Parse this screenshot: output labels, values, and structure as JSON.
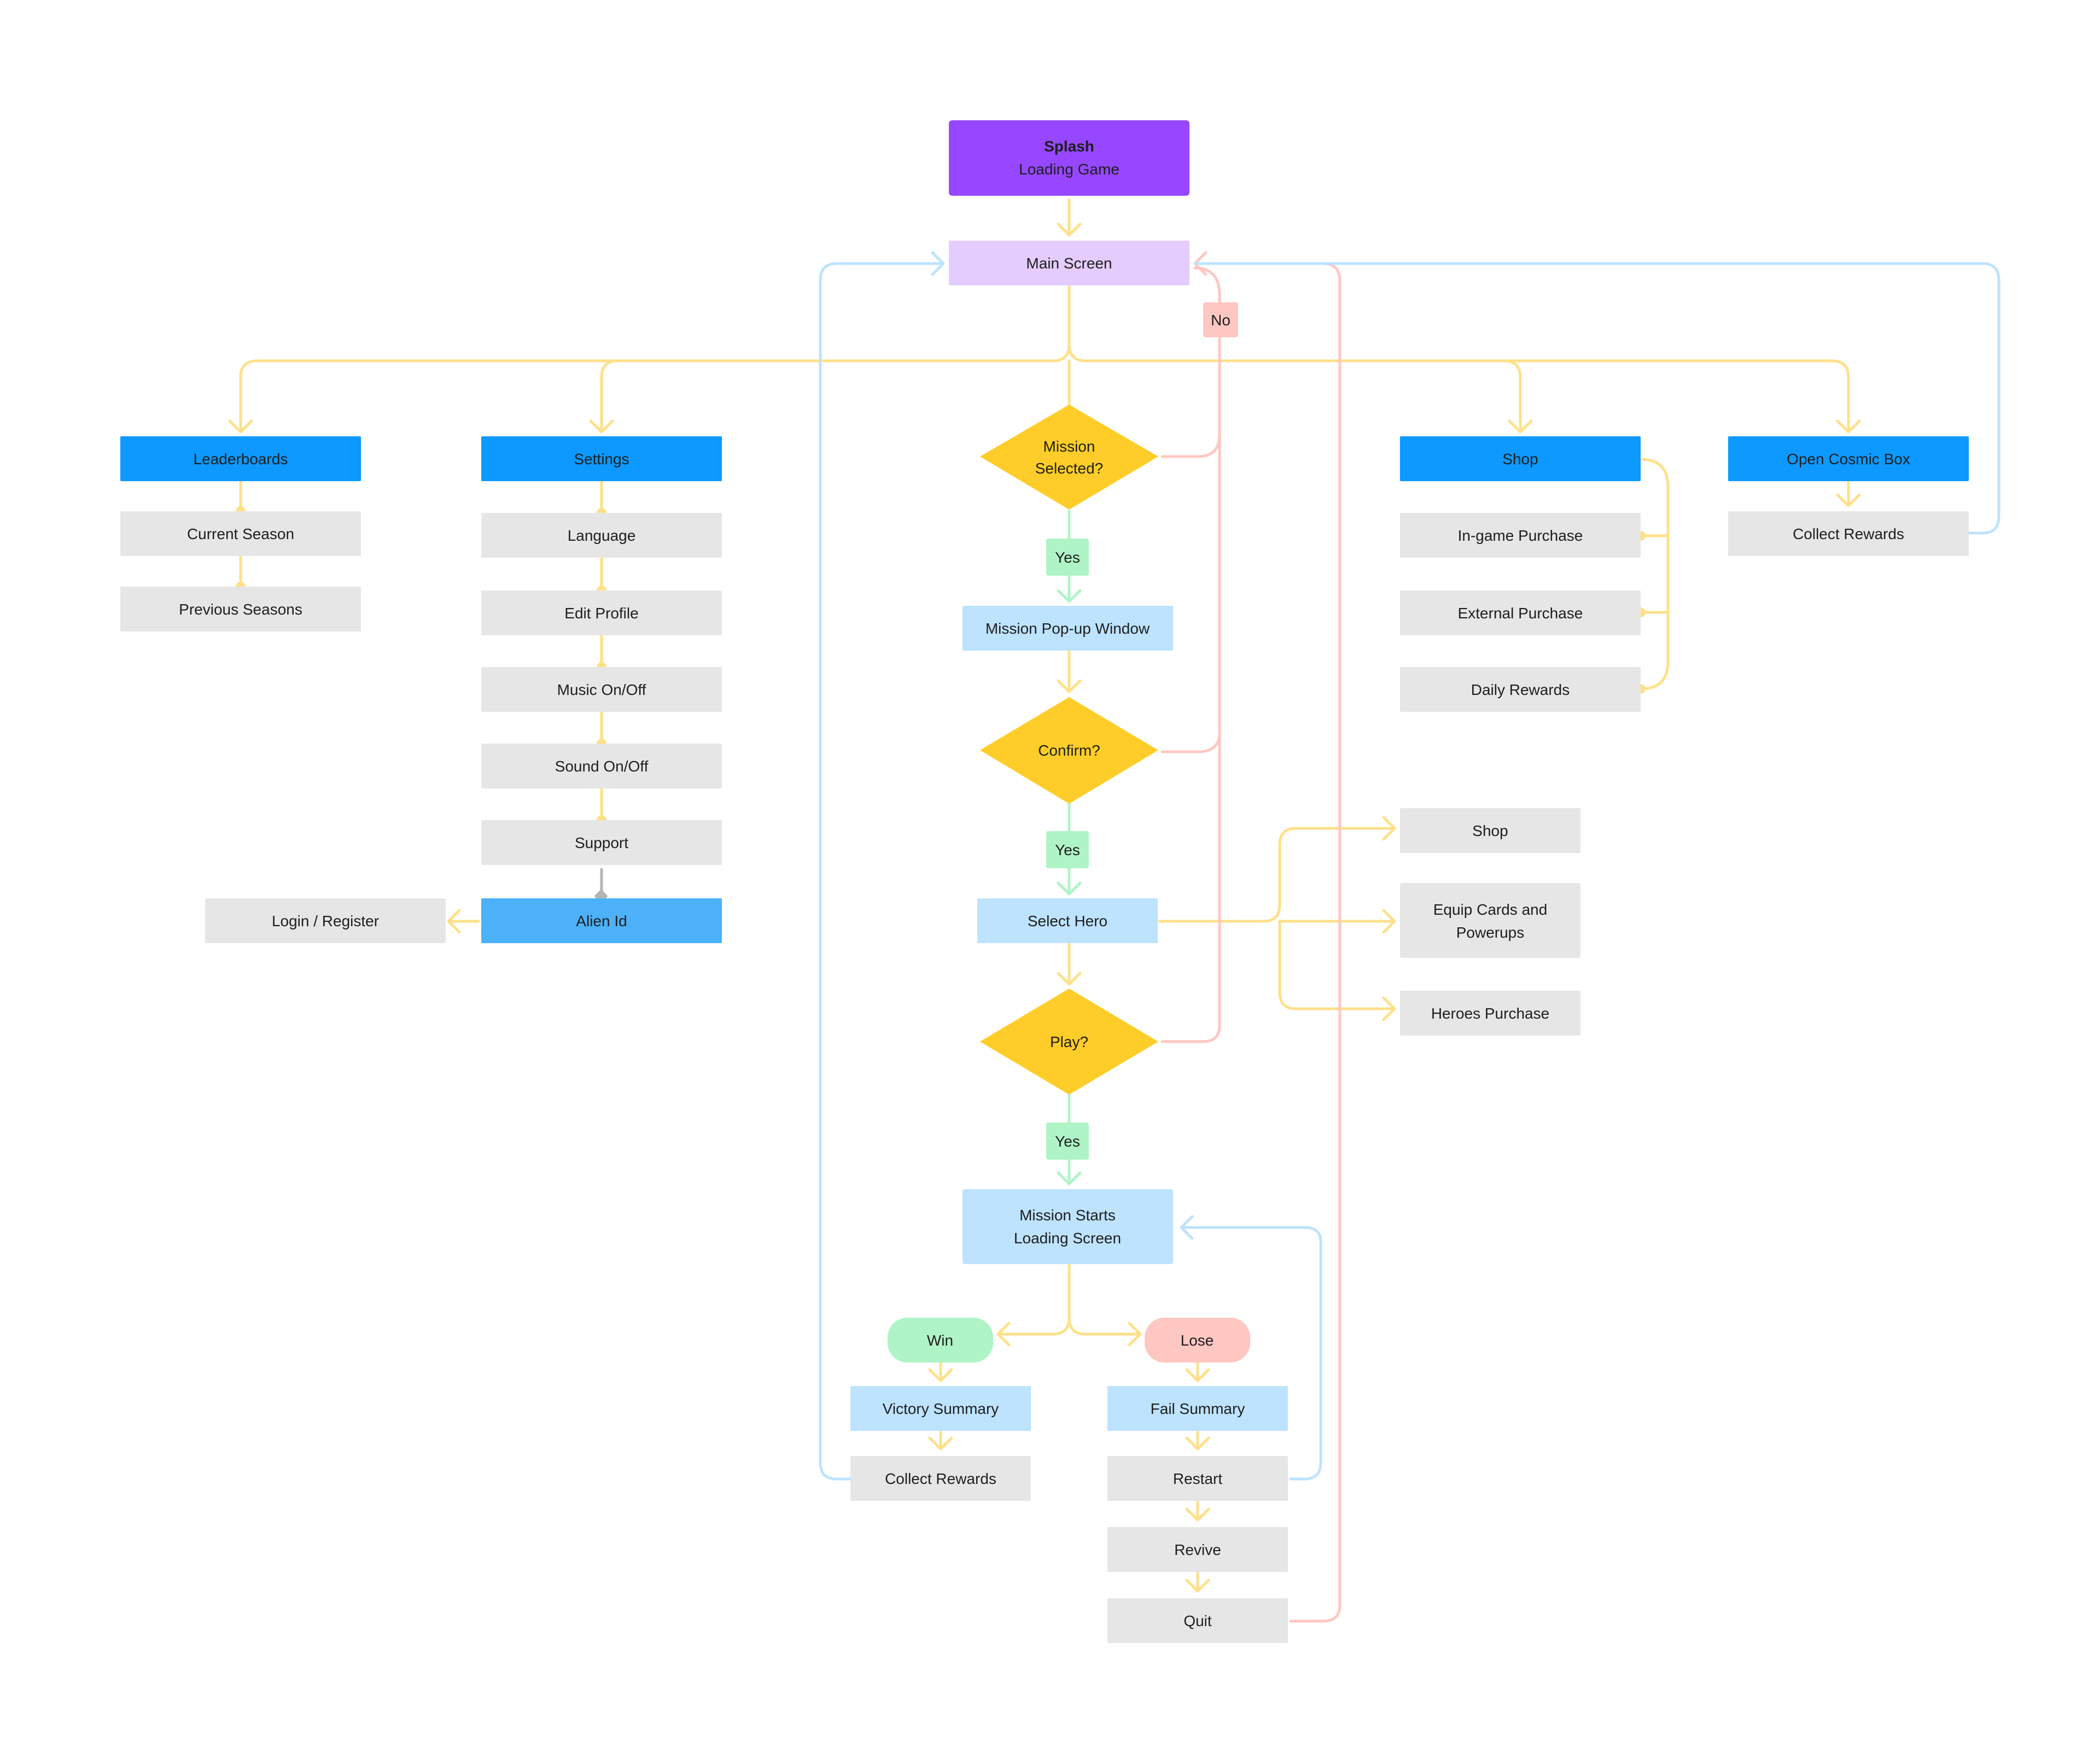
{
  "colors": {
    "purple": "#9747ff",
    "lilac": "#e4ccff",
    "blue": "#0d99ff",
    "blue_mid": "#4cb1f9",
    "light_blue": "#bde3ff",
    "gray": "#e6e6e6",
    "yellow": "#ffcd29",
    "green": "#aff4c6",
    "pink": "#ffc7c2",
    "edge_yellow": "#ffe08a",
    "edge_blue": "#bde3ff",
    "edge_red": "#ffc7c2",
    "edge_green": "#aff4c6",
    "edge_gray": "#b3b3b3"
  },
  "nodes": {
    "splash": {
      "title": "Splash",
      "subtitle": "Loading Game"
    },
    "main_screen": "Main Screen",
    "no_label": "No",
    "leaderboards": "Leaderboards",
    "current_season": "Current Season",
    "previous_seasons": "Previous Seasons",
    "settings": "Settings",
    "language": "Language",
    "edit_profile": "Edit Profile",
    "music": "Music On/Off",
    "sound": "Sound On/Off",
    "support": "Support",
    "alien_id": "Alien Id",
    "login_register": "Login / Register",
    "mission_selected": [
      "Mission",
      "Selected?"
    ],
    "yes_1": "Yes",
    "mission_popup": "Mission Pop-up Window",
    "confirm": "Confirm?",
    "yes_2": "Yes",
    "select_hero": "Select Hero",
    "play": "Play?",
    "yes_3": "Yes",
    "mission_starts": [
      "Mission Starts",
      "Loading Screen"
    ],
    "win": "Win",
    "lose": "Lose",
    "victory_summary": "Victory Summary",
    "collect_rewards_win": "Collect Rewards",
    "fail_summary": "Fail Summary",
    "restart": "Restart",
    "revive": "Revive",
    "quit": "Quit",
    "shop": "Shop",
    "ingame_purchase": "In-game Purchase",
    "external_purchase": "External Purchase",
    "daily_rewards": "Daily Rewards",
    "open_cosmic_box": "Open Cosmic Box",
    "collect_rewards_box": "Collect Rewards",
    "hero_shop": "Shop",
    "equip_cards": [
      "Equip Cards and",
      "Powerups"
    ],
    "heroes_purchase": "Heroes Purchase"
  }
}
